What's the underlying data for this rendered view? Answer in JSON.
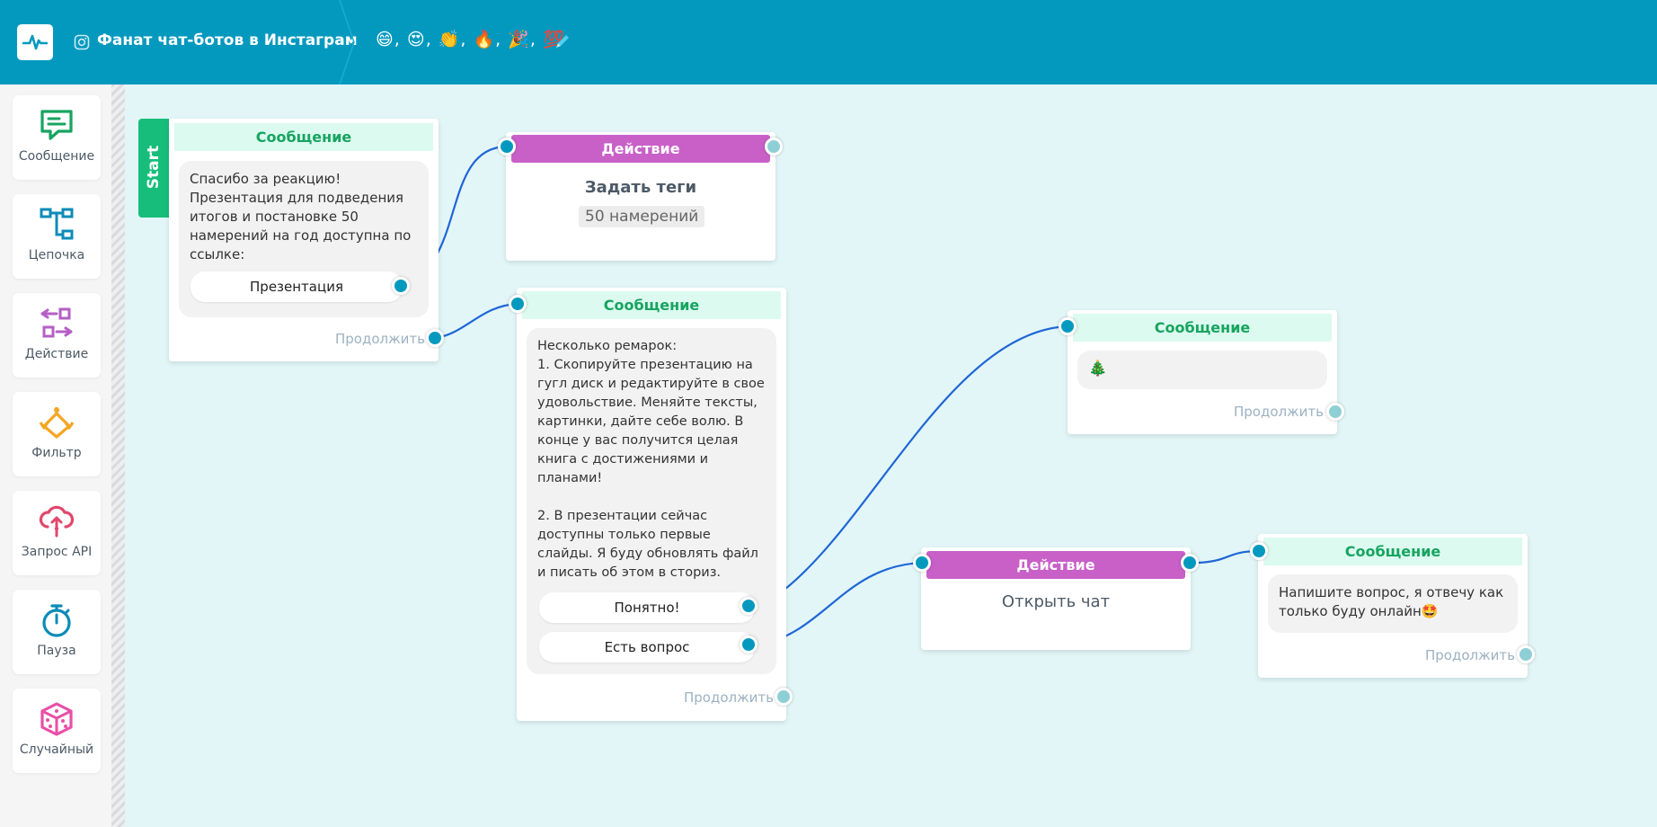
{
  "header": {
    "title": "Фанат чат-ботов в Инстаграм",
    "emojis": "😄, 😍, 👏, 🔥, 🎉, 💯",
    "brand_color": "#0399bf"
  },
  "sidebar": {
    "items": [
      {
        "label": "Сообщение",
        "icon": "message-icon",
        "color": "#17a460"
      },
      {
        "label": "Цепочка",
        "icon": "chain-icon",
        "color": "#0b8bb8"
      },
      {
        "label": "Действие",
        "icon": "action-icon",
        "color": "#b55fc5"
      },
      {
        "label": "Фильтр",
        "icon": "filter-icon",
        "color": "#f5a623"
      },
      {
        "label": "Запрос API",
        "icon": "cloud-api-icon",
        "color": "#e2476b"
      },
      {
        "label": "Пауза",
        "icon": "stopwatch-icon",
        "color": "#0b8bb8"
      },
      {
        "label": "Случайный",
        "icon": "dice-icon",
        "color": "#e94fa6"
      }
    ]
  },
  "nodes": {
    "start": {
      "start_label": "Start",
      "header": "Сообщение",
      "text": "Спасибо за реакцию!\nПрезентация для подведения итогов и постановке 50 намерений на год доступна по ссылке:",
      "button": "Презентация",
      "continue": "Продолжить"
    },
    "action_tags": {
      "header": "Действие",
      "title": "Задать теги",
      "tag": "50 намерений"
    },
    "message_remarks": {
      "header": "Сообщение",
      "text": "Несколько ремарок:\n1. Скопируйте презентацию на гугл диск и редактируйте в свое удовольствие. Меняйте тексты, картинки, дайте себе волю. В конце у вас получится целая книга с достижениями и планами!\n\n2. В презентации сейчас доступны только первые слайды. Я буду обновлять файл и писать об этом в сториз.",
      "buttons": [
        "Понятно!",
        "Есть вопрос"
      ],
      "continue": "Продолжить"
    },
    "message_tree": {
      "header": "Сообщение",
      "text": "🎄",
      "continue": "Продолжить"
    },
    "action_chat": {
      "header": "Действие",
      "text": "Открыть чат"
    },
    "message_online": {
      "header": "Сообщение",
      "text": "Напишите вопрос, я отвечу как только буду онлайн🤩",
      "continue": "Продолжить"
    }
  }
}
